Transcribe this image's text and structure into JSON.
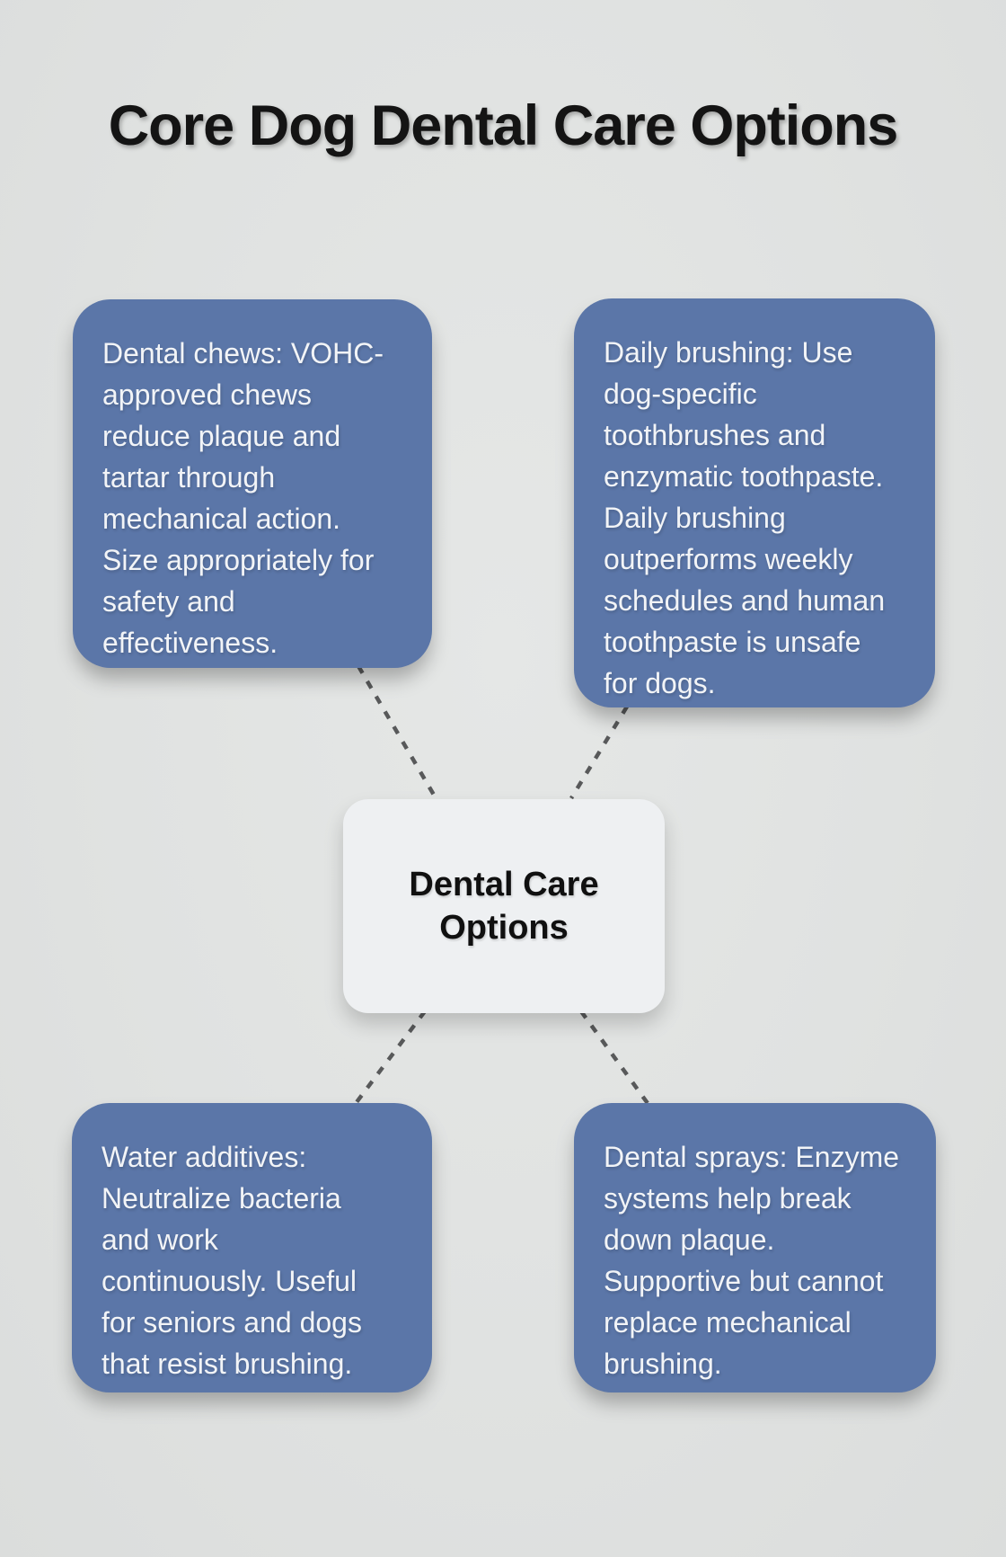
{
  "title": "Core Dog Dental Care Options",
  "diagram": {
    "center": {
      "label": "Dental Care\nOptions"
    },
    "nodes": [
      {
        "id": "dental-chews",
        "position": "top-left",
        "text": "Dental chews: VOHC-\napproved chews\nreduce plaque and\ntartar through\nmechanical action.\nSize appropriately for\nsafety and\neffectiveness."
      },
      {
        "id": "daily-brushing",
        "position": "top-right",
        "text": "Daily brushing: Use\ndog-specific\ntoothbrushes and\nenzymatic toothpaste.\nDaily brushing\noutperforms weekly\nschedules and human\ntoothpaste is unsafe\nfor dogs."
      },
      {
        "id": "water-additives",
        "position": "bottom-left",
        "text": "Water additives:\nNeutralize bacteria\nand work\ncontinuously. Useful\nfor seniors and dogs\nthat resist brushing."
      },
      {
        "id": "dental-sprays",
        "position": "bottom-right",
        "text": "Dental sprays: Enzyme\nsystems help break\ndown plaque.\nSupportive but cannot\nreplace mechanical\nbrushing."
      }
    ]
  },
  "colors": {
    "background": "#e0e2e1",
    "node_fill": "#5b76a8",
    "node_text": "#f2f4f7",
    "center_fill": "#eef0f2",
    "center_text": "#101010",
    "connector": "#58595a",
    "title": "#141414"
  }
}
